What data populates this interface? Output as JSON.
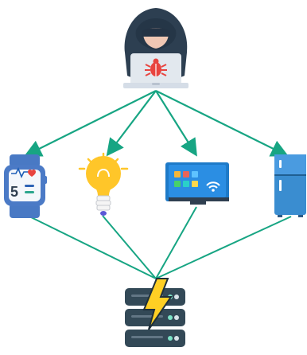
{
  "diagram": {
    "nodes": {
      "attacker": {
        "icon": "hacker-laptop-icon"
      },
      "watch": {
        "icon": "smartwatch-icon",
        "display_value": "5"
      },
      "bulb": {
        "icon": "lightbulb-icon"
      },
      "tv": {
        "icon": "smart-tv-icon"
      },
      "fridge": {
        "icon": "refrigerator-icon"
      },
      "server": {
        "icon": "server-lightning-icon"
      }
    },
    "edges": [
      {
        "from": "attacker",
        "to": "watch",
        "type": "arrow"
      },
      {
        "from": "attacker",
        "to": "bulb",
        "type": "arrow"
      },
      {
        "from": "attacker",
        "to": "tv",
        "type": "arrow"
      },
      {
        "from": "attacker",
        "to": "fridge",
        "type": "arrow"
      },
      {
        "from": "watch",
        "to": "server",
        "type": "line"
      },
      {
        "from": "bulb",
        "to": "server",
        "type": "line"
      },
      {
        "from": "tv",
        "to": "server",
        "type": "line"
      },
      {
        "from": "fridge",
        "to": "server",
        "type": "line"
      }
    ],
    "colors": {
      "edge": "#17a583",
      "attacker_hood": "#2c3f50",
      "laptop": "#dfe6ee",
      "bug": "#e8443f",
      "watch_band": "#4a79c5",
      "bulb_glass": "#ffc629",
      "tv_screen": "#1f78c8",
      "fridge": "#3b8dd1",
      "server": "#334957",
      "bolt": "#ffcf24"
    }
  }
}
